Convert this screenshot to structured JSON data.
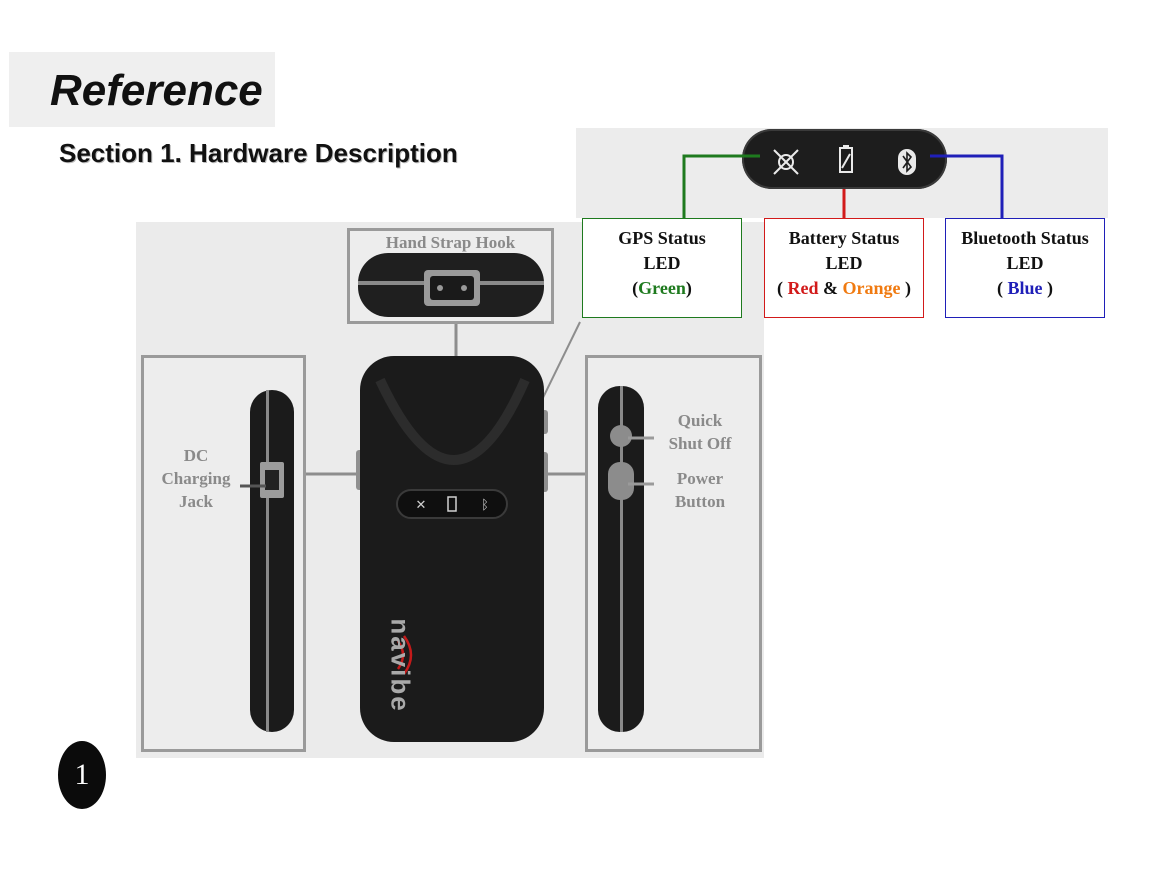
{
  "header": {
    "title": "Reference",
    "section": "Section 1.  Hardware Description"
  },
  "photo_labels": {
    "hand_strap_hook": "Hand Strap Hook",
    "dc_charging_jack": [
      "DC",
      "Charging",
      "Jack"
    ],
    "quick_shut_off": [
      "Quick",
      "Shut Off"
    ],
    "power_button": [
      "Power",
      "Button"
    ]
  },
  "device": {
    "brand": "navibe"
  },
  "led_boxes": {
    "gps": {
      "line1": "GPS Status",
      "line2": "LED",
      "open": "(",
      "color_name": "Green",
      "close": ")",
      "color": "#1e7a1e"
    },
    "battery": {
      "line1": "Battery Status",
      "line2": "LED",
      "open": "( ",
      "color1_name": "Red",
      "joiner": " & ",
      "color2_name": "Orange",
      "close": " )",
      "color1": "#d21a1a",
      "color2": "#f07a10"
    },
    "bluetooth": {
      "line1": "Bluetooth Status",
      "line2": "LED",
      "open": "( ",
      "color_name": "Blue",
      "close": " )",
      "color": "#1f1fb8"
    }
  },
  "icons": [
    "gps-satellite-icon",
    "battery-icon",
    "bluetooth-icon"
  ],
  "page_number": "1"
}
